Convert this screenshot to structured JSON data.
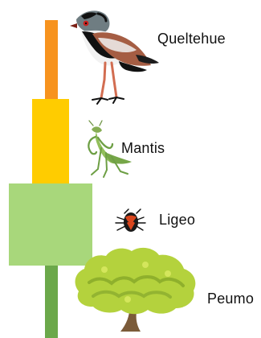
{
  "diagram": {
    "bars": [
      {
        "name": "top-bar",
        "color": "#F7931E"
      },
      {
        "name": "middle-bar",
        "color": "#FFCC00"
      },
      {
        "name": "large-bar",
        "color": "#A8D77B"
      },
      {
        "name": "bottom-bar",
        "color": "#6BA84A"
      }
    ],
    "labels": [
      "Queltehue",
      "Mantis",
      "Ligeo",
      "Peumo"
    ],
    "icons": [
      "bird-icon",
      "mantis-icon",
      "bug-icon",
      "tree-icon"
    ]
  }
}
